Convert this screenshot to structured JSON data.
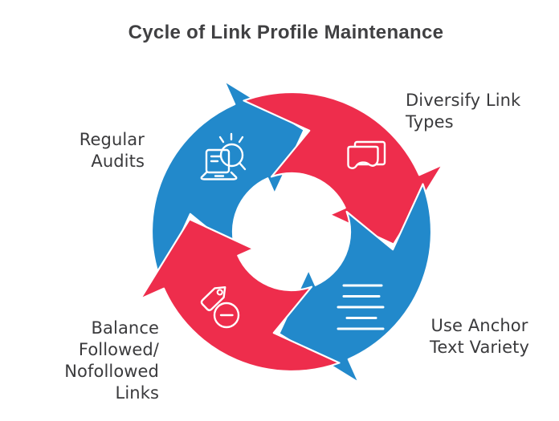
{
  "title": "Cycle of Link Profile Maintenance",
  "colors": {
    "blue": "#2289cb",
    "red": "#ee2d4c",
    "background": "#ffffff",
    "icon_stroke": "#ffffff",
    "title_text": "#404042",
    "label_text": "#3a3a3c"
  },
  "diagram": {
    "type": "cycle",
    "direction": "clockwise",
    "segments": [
      {
        "id": "regular-audits",
        "position": "top-left",
        "color_key": "blue",
        "icon": "laptop-search-icon",
        "label": "Regular Audits",
        "label_lines": [
          "Regular",
          "Audits"
        ]
      },
      {
        "id": "diversify-link-types",
        "position": "top-right",
        "color_key": "red",
        "icon": "documents-icon",
        "label": "Diversify Link Types",
        "label_lines": [
          "Diversify Link",
          "Types"
        ]
      },
      {
        "id": "use-anchor-text-variety",
        "position": "bottom-right",
        "color_key": "blue",
        "icon": "text-lines-icon",
        "label": "Use Anchor Text Variety",
        "label_lines": [
          "Use Anchor",
          "Text Variety"
        ]
      },
      {
        "id": "balance-followed-nofollowed-links",
        "position": "bottom-left",
        "color_key": "red",
        "icon": "tag-minus-icon",
        "label": "Balance Followed/ Nofollowed Links",
        "label_lines": [
          "Balance",
          "Followed/",
          "Nofollowed",
          "Links"
        ]
      }
    ]
  }
}
